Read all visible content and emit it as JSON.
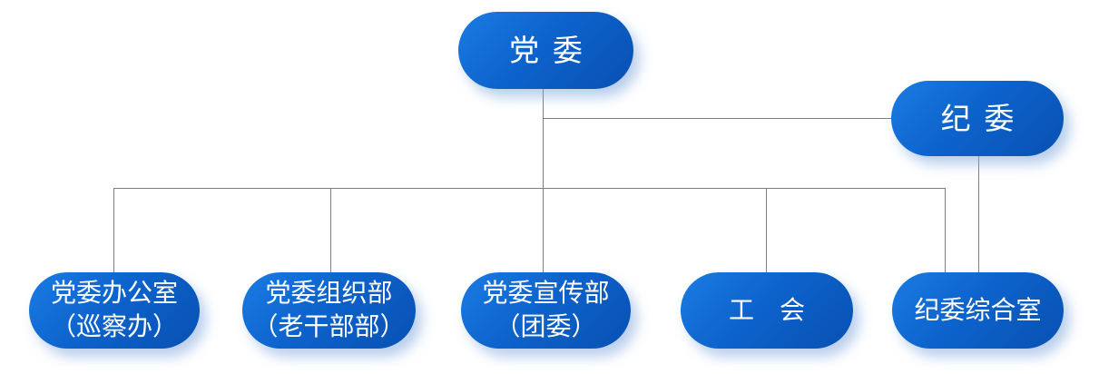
{
  "org": {
    "root": {
      "label": "党委"
    },
    "committee": {
      "label": "纪委"
    },
    "departments": [
      {
        "label": "党委办公室\n（巡察办）"
      },
      {
        "label": "党委组织部\n（老干部部）"
      },
      {
        "label": "党委宣传部\n（团委）"
      },
      {
        "label": "工　会"
      },
      {
        "label": "纪委综合室"
      }
    ],
    "colors": {
      "node_gradient_top_left": "#1A7CE4",
      "node_gradient_bottom_right": "#0850B2",
      "node_text": "#FFFFFF",
      "connector": "#7F7F7F",
      "shadow": "#9DBCE8",
      "background": "#FFFFFF"
    }
  }
}
